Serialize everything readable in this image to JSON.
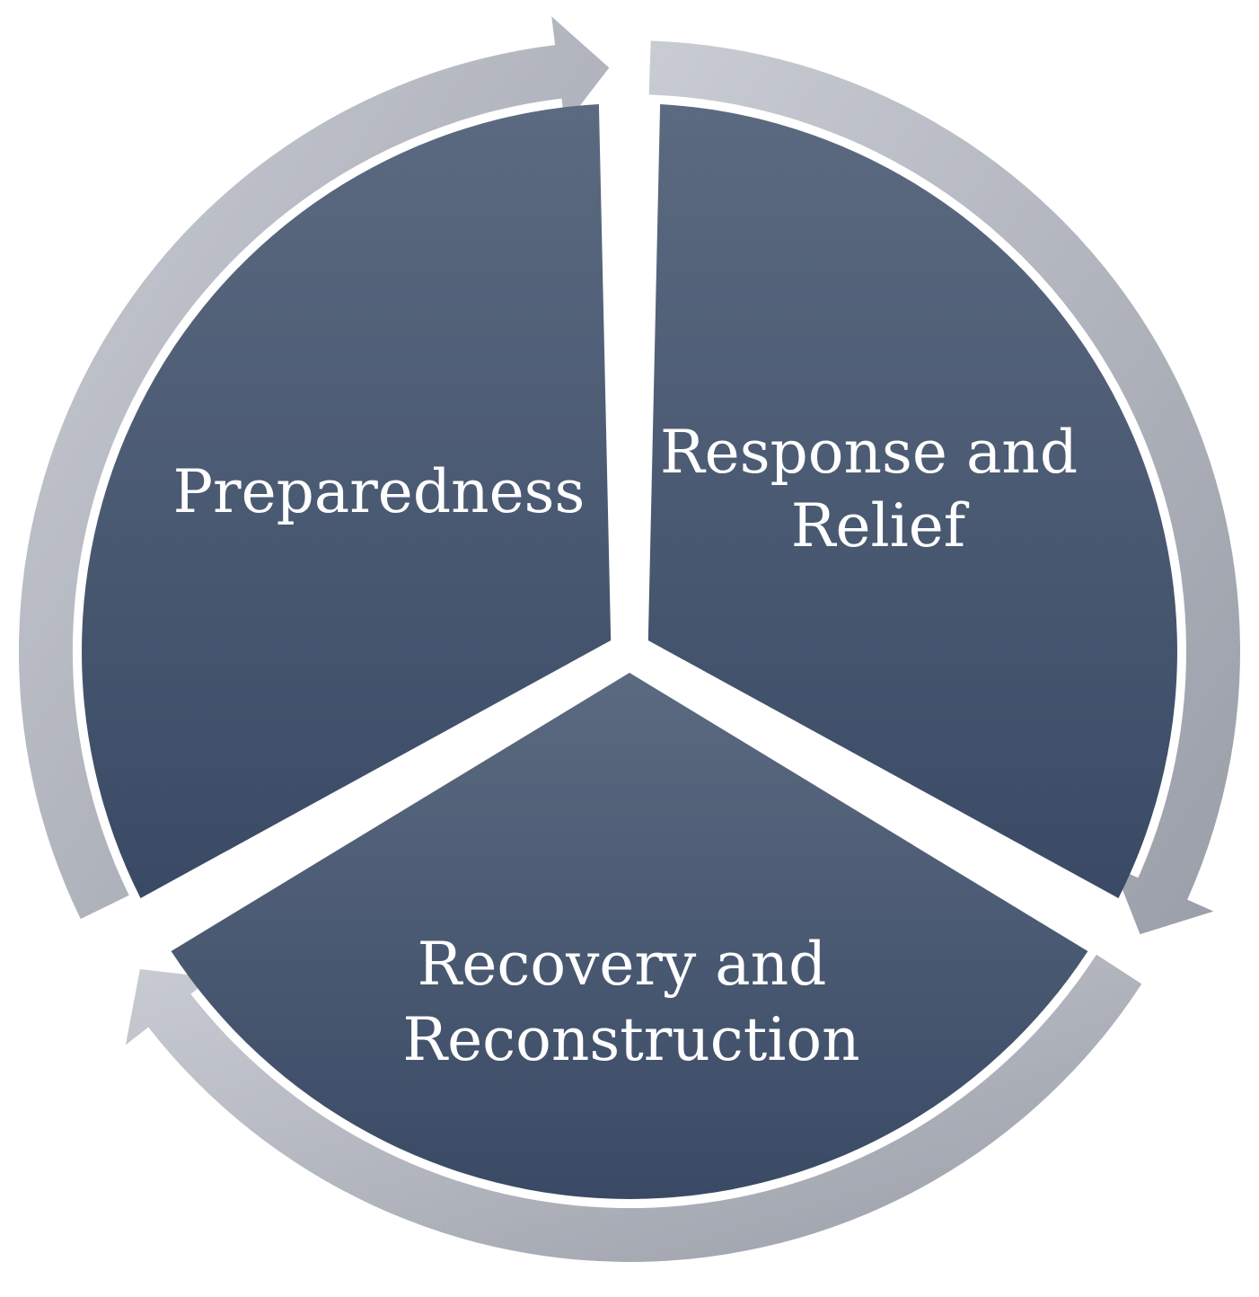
{
  "diagram": {
    "type": "cycle",
    "segments": [
      {
        "label_lines": [
          "Preparedness"
        ]
      },
      {
        "label_lines": [
          "Response and",
          "Relief"
        ]
      },
      {
        "label_lines": [
          "Recovery and",
          "Reconstruction"
        ]
      }
    ],
    "colors": {
      "segment_top": "#5b6a80",
      "segment_bottom": "#3a4a65",
      "ring_light": "#c9ccd3",
      "ring_dark": "#9a9ea8",
      "text": "#ffffff",
      "background": "#ffffff"
    }
  }
}
